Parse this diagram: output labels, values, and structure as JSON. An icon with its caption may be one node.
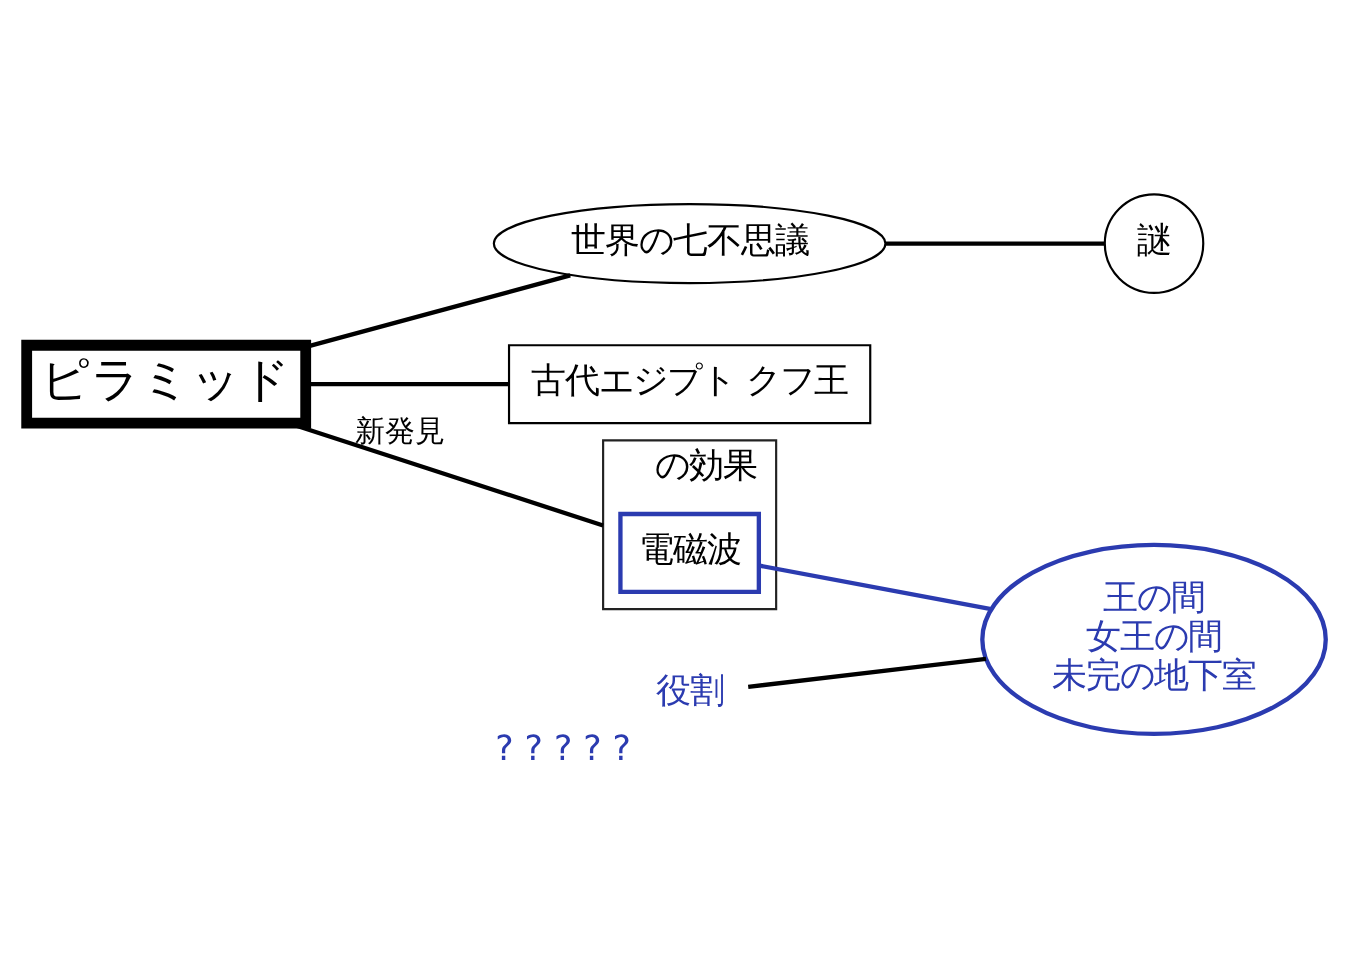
{
  "diagram": {
    "nodes": [
      {
        "text": [
          "世界の七不思議"
        ]
      },
      {
        "text": [
          "謎"
        ]
      },
      {
        "text": [
          "ピラミッド"
        ]
      },
      {
        "text": [
          "古代エジプト クフ王"
        ]
      },
      {
        "text": [
          "の効果"
        ]
      },
      {
        "text": [
          "電磁波"
        ],
        "in": 4
      },
      {
        "text": [
          "王の間",
          "女王の間",
          "未完の地下室"
        ]
      },
      {
        "text": [
          "役割"
        ],
        "beside": [
          "?",
          "?",
          "?",
          "?",
          "?"
        ]
      }
    ],
    "edges": [
      {
        "from": 0,
        "to": 1,
        "arrow": "none"
      },
      {
        "from": 2,
        "to": 0,
        "arrow": "none"
      },
      {
        "from": 2,
        "to": 3,
        "arrow": "none"
      },
      {
        "from": 2,
        "to": 4,
        "arrow": "none",
        "label": "新発見"
      },
      {
        "from": 5,
        "to": 6,
        "arrow": "none",
        "color": "#2b3bb0"
      },
      {
        "from": 7,
        "to": 6,
        "arrow": "none"
      }
    ]
  }
}
